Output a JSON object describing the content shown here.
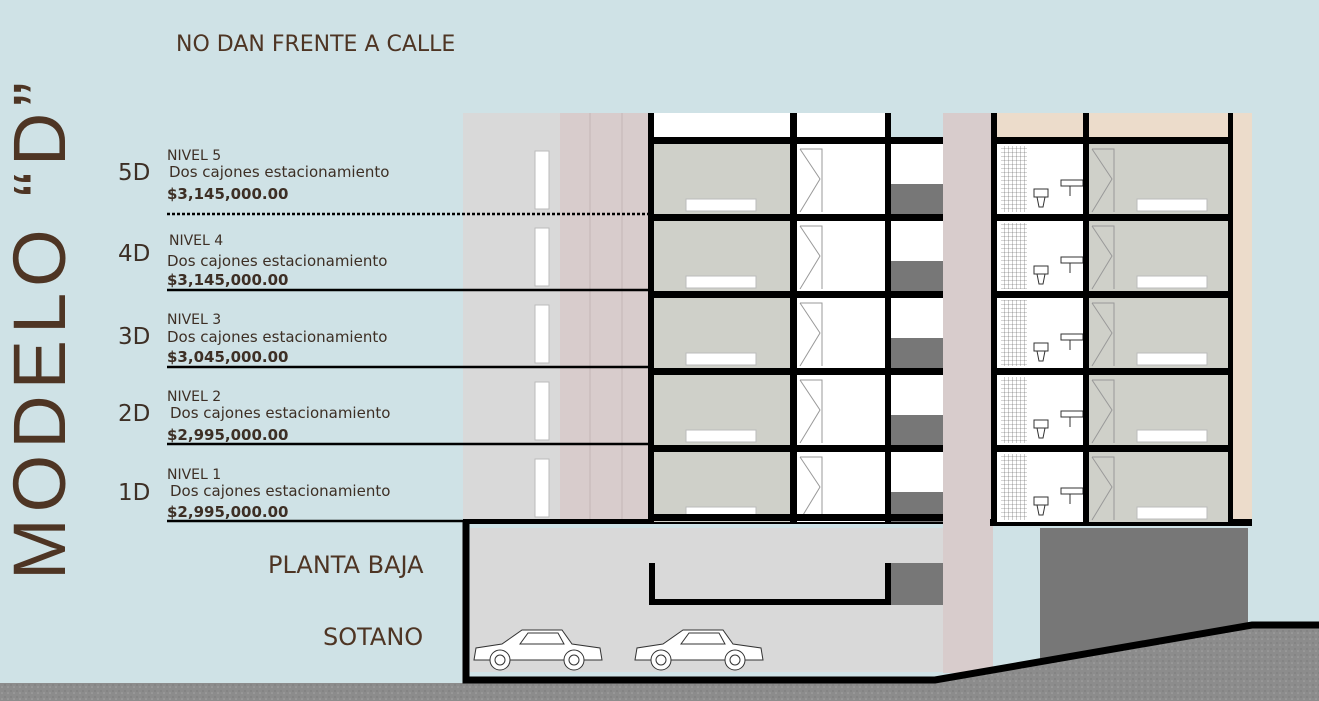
{
  "title": "MODELO “D”",
  "subtitle": "NO DAN FRENTE A CALLE",
  "levels": [
    {
      "code": "5D",
      "nivel": "NIVEL 5",
      "desc": "Dos cajones estacionamiento",
      "price": "$3,145,000.00"
    },
    {
      "code": "4D",
      "nivel": "NIVEL 4",
      "desc": "Dos cajones estacionamiento",
      "price": "$3,145,000.00"
    },
    {
      "code": "3D",
      "nivel": "NIVEL 3",
      "desc": "Dos cajones estacionamiento",
      "price": "$3,045,000.00"
    },
    {
      "code": "2D",
      "nivel": "NIVEL 2",
      "desc": "Dos cajones estacionamiento",
      "price": "$2,995,000.00"
    },
    {
      "code": "1D",
      "nivel": "NIVEL 1",
      "desc": "Dos cajones estacionamiento",
      "price": "$2,995,000.00"
    }
  ],
  "planta_baja": "PLANTA BAJA",
  "sotano": "SOTANO",
  "colors": {
    "sky": "#cfe2e6",
    "room": "#cfd0c9",
    "wall": "#000000",
    "stair": "#777777",
    "tower": "#d8cccc",
    "peach": "#ecdccb",
    "ground": "#8c8c8c"
  }
}
